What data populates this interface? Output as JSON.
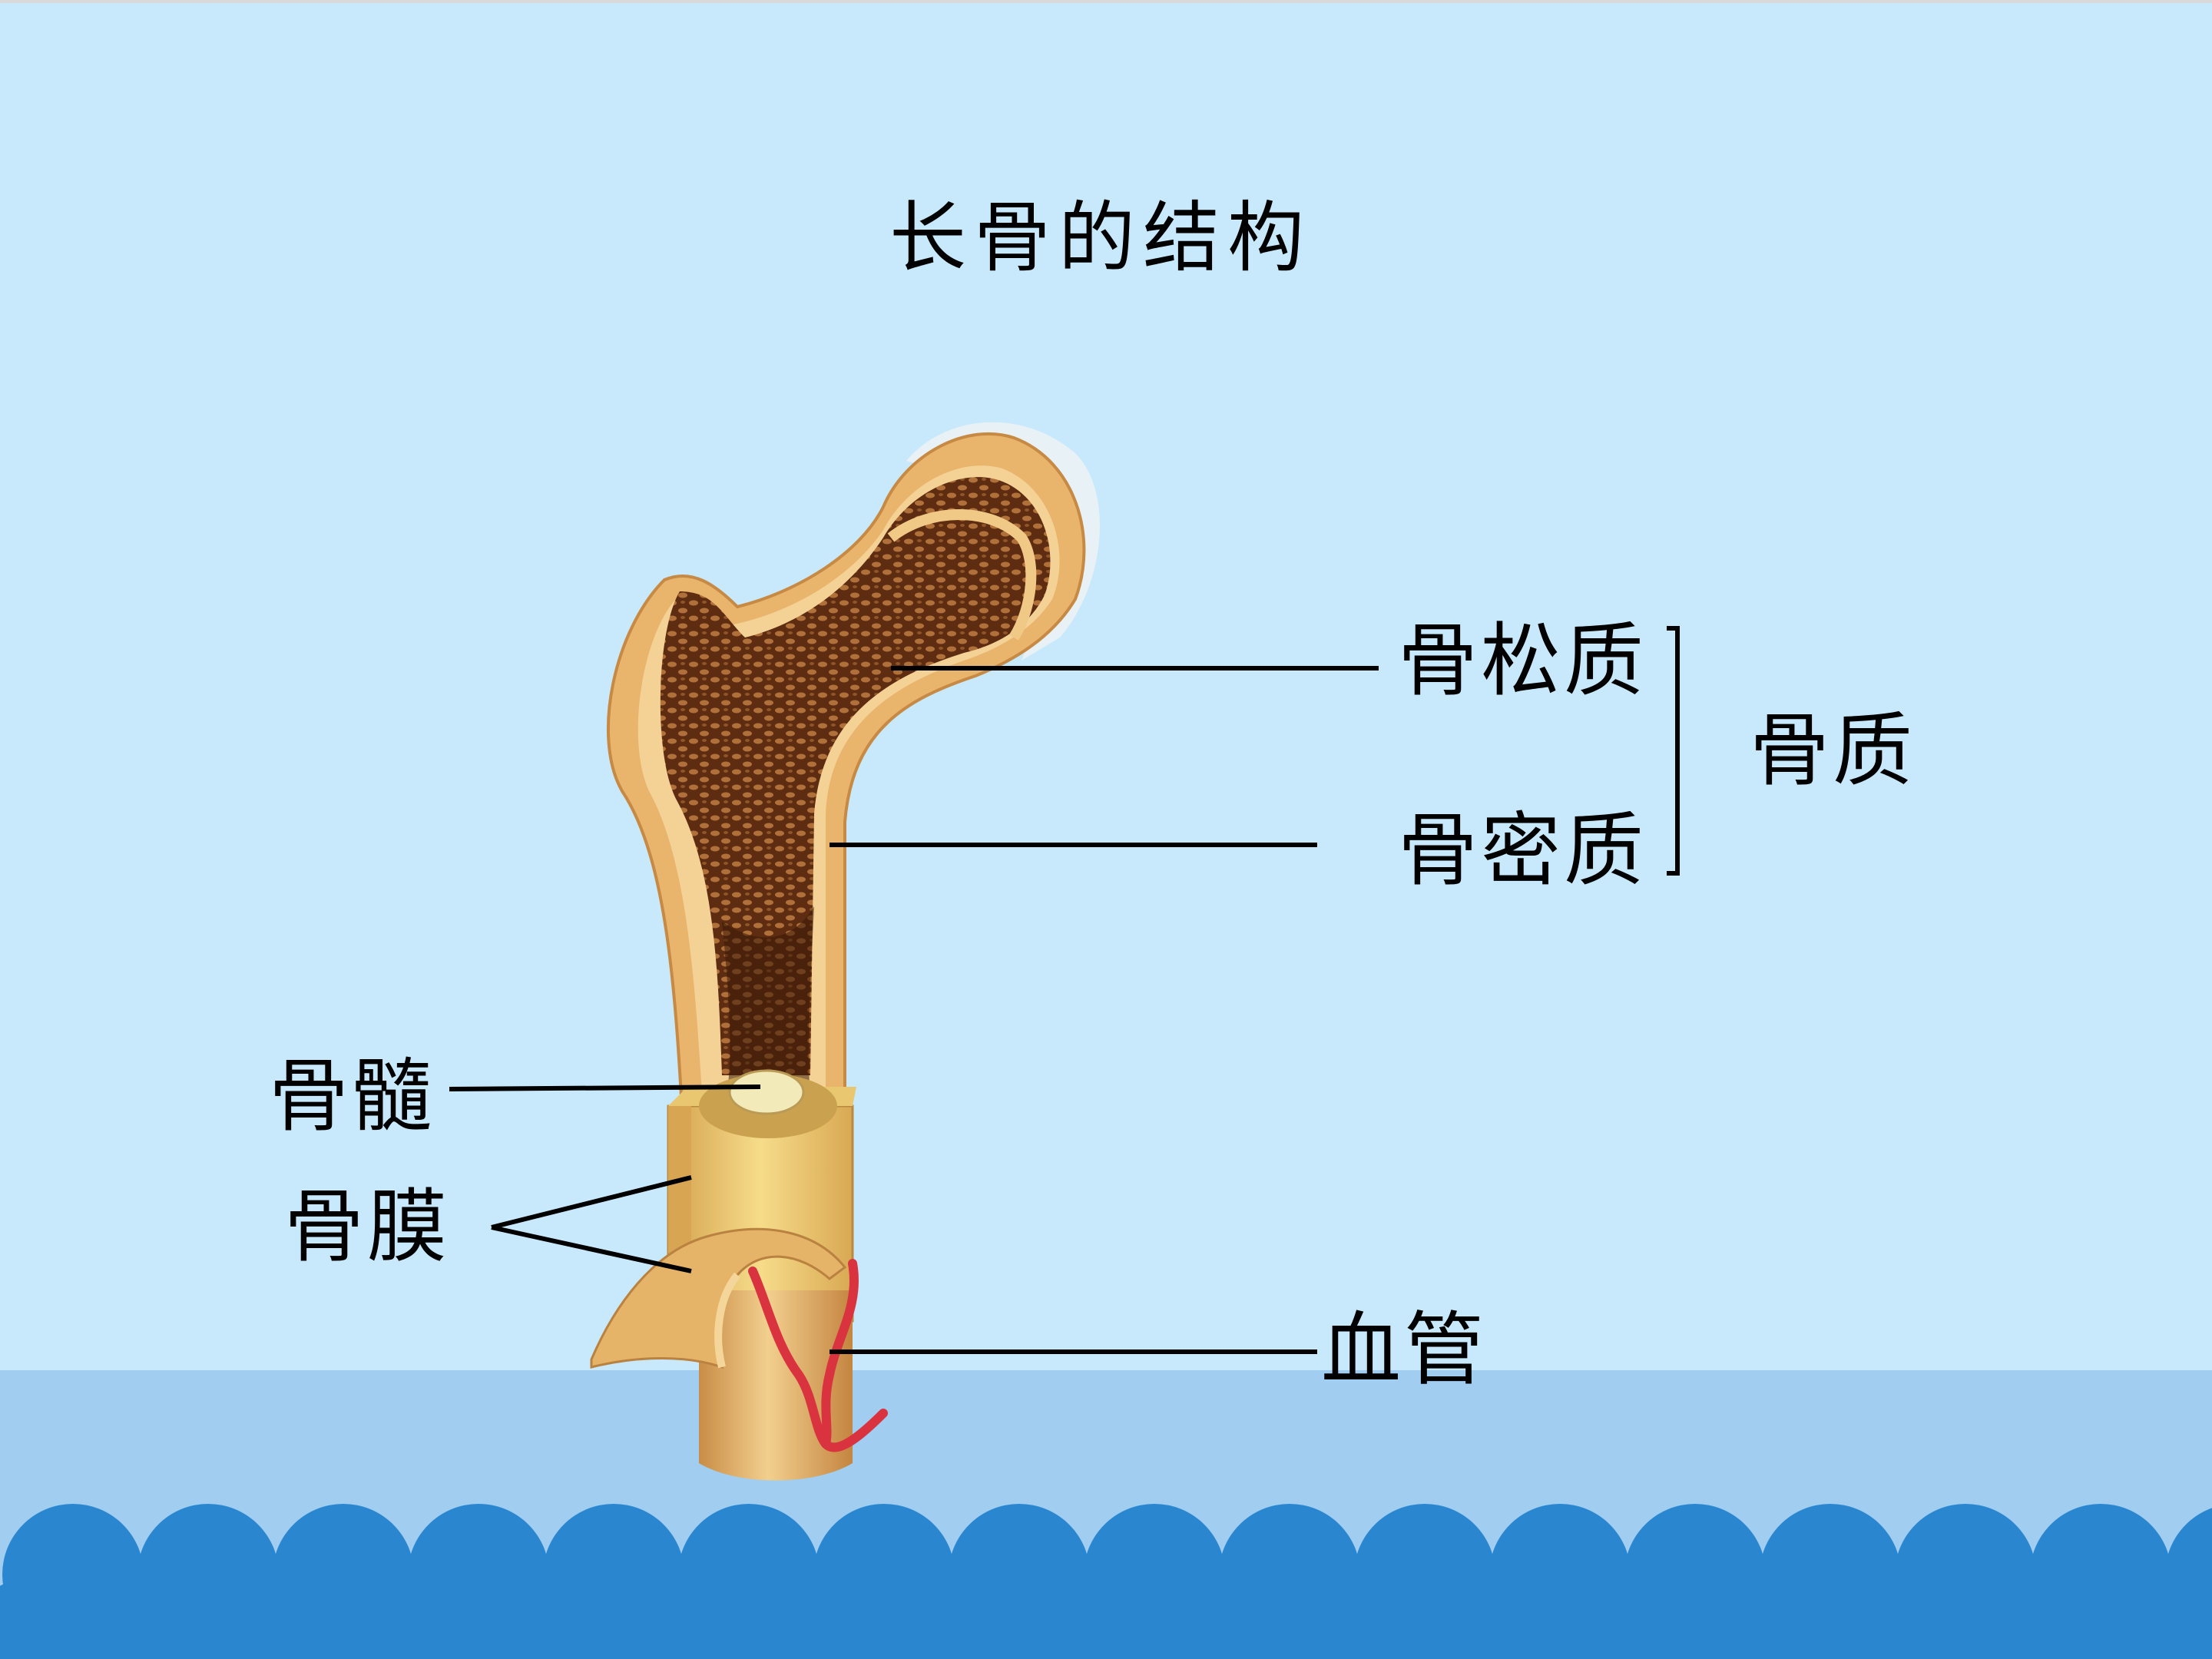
{
  "title": "长骨的结构",
  "labels": {
    "spongy_bone": "骨松质",
    "compact_bone": "骨密质",
    "bone_substance": "骨质",
    "bone_marrow": "骨髓",
    "periosteum": "骨膜",
    "blood_vessel": "血管"
  },
  "colors": {
    "background": "#c7e9fb",
    "floor": "#a0cdf0",
    "waves": "#2a87cf",
    "bone": "#e9b56d",
    "spongy": "#7a3d18",
    "vessel": "#d9333f"
  }
}
